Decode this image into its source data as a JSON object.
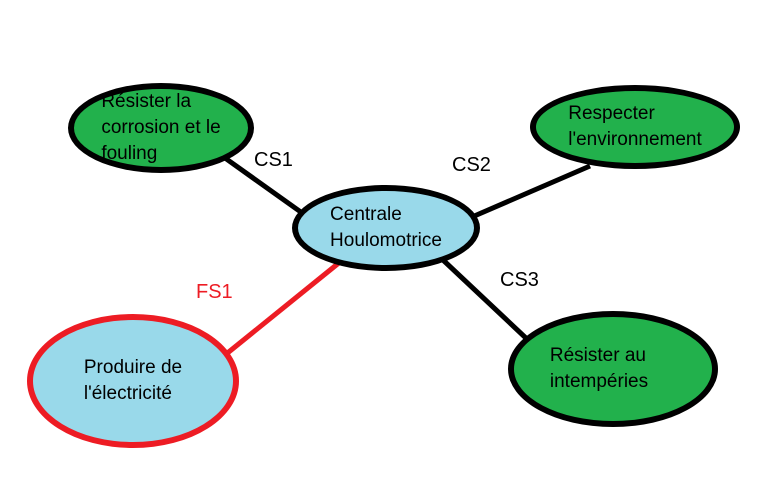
{
  "diagram": {
    "type": "functional-analysis-octopus-diagram",
    "background_color": "#ffffff",
    "colors": {
      "constraint_node_fill": "#22B14C",
      "main_node_fill": "#99D9EA",
      "node_border_black": "#000000",
      "highlight_red": "#ED1C24"
    },
    "nodes": {
      "centrale": {
        "lines": [
          "Centrale",
          "Houlomotrice"
        ]
      },
      "resister_corrosion": {
        "lines": [
          "Résister la",
          "corrosion et le",
          "fouling"
        ]
      },
      "respecter_environnement": {
        "lines": [
          "Respecter",
          "l'environnement"
        ]
      },
      "produire_electricite": {
        "lines": [
          "Produire de",
          "l'électricité"
        ]
      },
      "resister_intemperies": {
        "lines": [
          "Résister au",
          "intempéries"
        ]
      }
    },
    "edges": {
      "cs1": {
        "label": "CS1",
        "color": "#000000"
      },
      "cs2": {
        "label": "CS2",
        "color": "#000000"
      },
      "cs3": {
        "label": "CS3",
        "color": "#000000"
      },
      "fs1": {
        "label": "FS1",
        "color": "#ED1C24"
      }
    }
  }
}
